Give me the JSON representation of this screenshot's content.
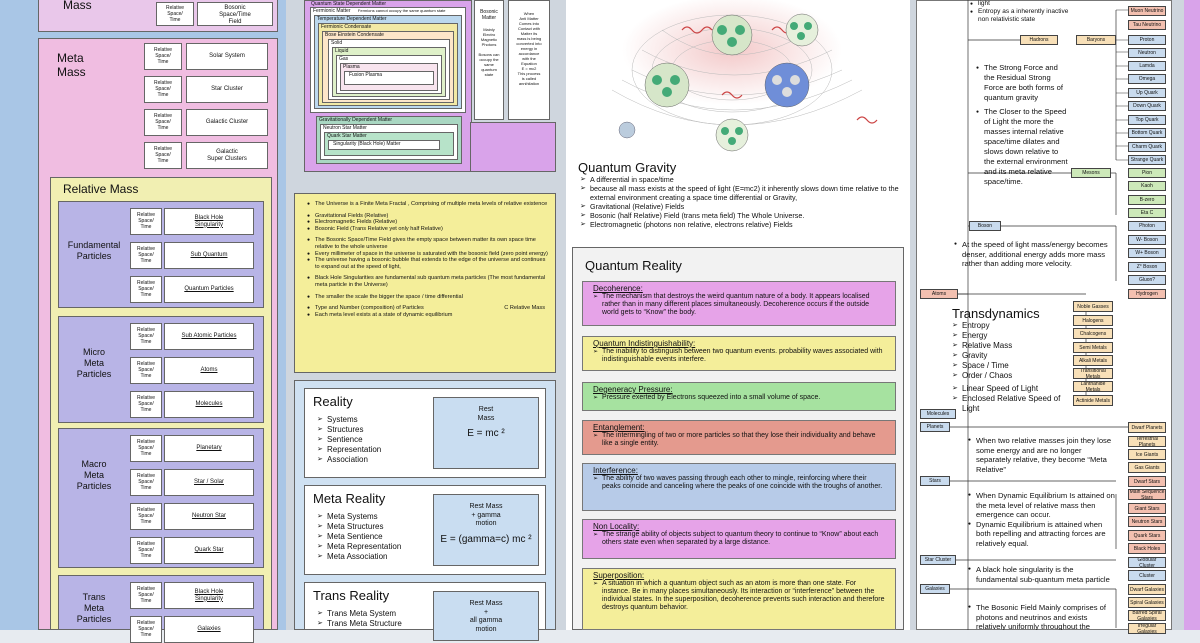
{
  "left": {
    "mass_title": "Mass",
    "top_row": {
      "rst": "Relative\nSpace/\nTime",
      "name": "Bosonic\nSpace/Time\nField"
    },
    "meta_mass": {
      "title": "Meta\nMass",
      "items": [
        {
          "rst": "Relative\nSpace/\nTime",
          "name": "Solar System"
        },
        {
          "rst": "Relative\nSpace/\nTime",
          "name": "Star Cluster"
        },
        {
          "rst": "Relative\nSpace/\nTime",
          "name": "Galactic Cluster"
        },
        {
          "rst": "Relative\nSpace/\nTime",
          "name": "Galactic\nSuper Clusters"
        }
      ]
    },
    "relative_mass_title": "Relative Mass",
    "groups": [
      {
        "title": "Fundamental\nParticles",
        "items": [
          {
            "rst": "Relative\nSpace/\nTime",
            "name": "Black Hole\nSingularity"
          },
          {
            "rst": "Relative\nSpace/\nTime",
            "name": "Sub Quantum"
          },
          {
            "rst": "Relative\nSpace/\nTime",
            "name": "Quantum Particles"
          }
        ]
      },
      {
        "title": "Micro\nMeta\nParticles",
        "items": [
          {
            "rst": "Relative\nSpace/\nTime",
            "name": "Sub Atomic Particles"
          },
          {
            "rst": "Relative\nSpace/\nTime",
            "name": "Atoms"
          },
          {
            "rst": "Relative\nSpace/\nTime",
            "name": "Molecules"
          }
        ]
      },
      {
        "title": "Macro\nMeta\nParticles",
        "items": [
          {
            "rst": "Relative\nSpace/\nTime",
            "name": "Planetary"
          },
          {
            "rst": "Relative\nSpace/\nTime",
            "name": "Star / Solar"
          },
          {
            "rst": "Relative\nSpace/\nTime",
            "name": "Neutron Star"
          },
          {
            "rst": "Relative\nSpace/\nTime",
            "name": "Quark Star"
          }
        ]
      },
      {
        "title": "Trans\nMeta\nParticles",
        "items": [
          {
            "rst": "Relative\nSpace/\nTime",
            "name": "Black Hole\nSingularity"
          },
          {
            "rst": "Relative\nSpace/\nTime",
            "name": "Galaxies"
          }
        ]
      }
    ]
  },
  "matter": {
    "outer": "Quantum State Dependent Matter",
    "fermionic": "Fermionic Matter",
    "fermion_note": "Fermions cannot occupy the same quantum state",
    "temp": "Temperature Dependent Matter",
    "fcond": "Fermionic Condensate",
    "bec": "Bose Einstein Condensate",
    "solid": "Solid",
    "liquid": "Liquid",
    "gas": "Gas",
    "plasma": "Plasma",
    "fusion": "Fusion Plasma",
    "grav": "Gravitationally Dependent Matter",
    "neutron": "Neutron Star Matter",
    "quark": "Quark Star Matter",
    "singularity": "Singularity (Black Hole) Matter",
    "bosonic_title": "Bosonic\nMatter",
    "bosonic_text": "Mainly\nElectro\nMagnetic\nPhotons\n\nBosons can\noccupy the\nsame\nquantum\nstate",
    "anti_text": "When\nAnti Matter\nComes into\nContact with\nMatter its\nmass is being\nconverted into\nenergy in\naccordance\nwith the\nEquation\nE = mc2\nThis process\nis called\nannihilation"
  },
  "universe": {
    "lines": [
      "The Universe is a Finite Meta Fractal ,  Comprising of multiple meta levels of relative existence",
      "Gravitational Fields  (Relative)",
      "Electromagnetic Fields (Relative)",
      "Bosonic Field (Trans Relative yet only half Relative)",
      "The Bosonic Space/Time Field gives the empty space between matter its own space time relative to the whole universe",
      "Every millimeter of space in the universe is saturated with the bosonic field (zero point energy)",
      "The universe having a bosonic bubble that extends to the edge of the universe and continues to expand out at the speed of light,",
      "Black Hole Singularities are fundamental sub quantum meta particles (The most fundamental meta particle in the Universe)",
      "The smaller the scale the bigger the space / time differential",
      "Type and Number (composition) of Particles",
      "Each meta level exists at a state of dynamic equilibrium"
    ],
    "c_relative": "C Relative Mass"
  },
  "realities": [
    {
      "title": "Reality",
      "items": [
        "Systems",
        "Structures",
        "Sentience",
        "Representation",
        "Association"
      ],
      "formula_top": "Rest\nMass",
      "formula": "E = mc ²"
    },
    {
      "title": "Meta Reality",
      "items": [
        "Meta Systems",
        "Meta Structures",
        "Meta Sentience",
        "Meta Representation",
        "Meta Association"
      ],
      "formula_top": "Rest Mass\n+ gamma\nmotion",
      "formula": "E = (gamma=c) mc ²"
    },
    {
      "title": "Trans Reality",
      "items": [
        "Trans Meta System",
        "Trans Meta Structure"
      ],
      "formula_top": "Rest Mass\n+\nall gamma\nmotion",
      "formula": ""
    }
  ],
  "quantum_gravity": {
    "title": "Quantum Gravity",
    "items": [
      "A differential in space/time",
      "because all mass exists at the speed of light (E=mc2) it inherently slows down time relative to the external environment creating a space time differential or Gravity,",
      "Gravitational (Relative) Fields",
      "Bosonic (half Relative) Field  (trans meta field) The Whole Universe.",
      "Electromagnetic (photons non relative, electrons relative) Fields"
    ]
  },
  "quantum_reality": {
    "title": "Quantum Reality",
    "cards": [
      {
        "title": "Decoherence:",
        "text": "The mechanism that destroys the weird quantum nature of a body.  It appears localised rather than in many different places simultaneously. Decoherence occurs if the outside world gets to “Know” the body.",
        "color": "#e6a3e8"
      },
      {
        "title": "Quantum Indistinguishability:",
        "text": "The inability to distinguish between two quantum events. probability waves associated with indistinguishable events interfere.",
        "color": "#f4ee9a"
      },
      {
        "title": "Degeneracy Pressure:",
        "text": "Pressure exerted by Electrons squeezed into a small volume of space.",
        "color": "#a6e2a0"
      },
      {
        "title": "Entanglement:",
        "text": "The intermingling of two or more particles so that they lose their individuality and behave like a single entity.",
        "color": "#e49a8e"
      },
      {
        "title": "Interference:",
        "text": "The ability of two waves passing through each other to mingle, reinforcing where their peaks coincide and canceling where the peaks of one coincide with the troughs of another.",
        "color": "#b7cbe8"
      },
      {
        "title": "Non Locality:",
        "text": "The strange ability of objects subject to quantum theory to continue to “Know” about each others state even when separated by a large distance.",
        "color": "#e6a3e8"
      },
      {
        "title": "Superposition:",
        "text": "A situation in which a quantum object such as an atom is more than one state. For instance. Be in many places simultaneously. Its interaction or “interference” between the individual states. In the superposition, decoherence prevents such interaction and therefore destroys quantum behavior.",
        "color": "#f4ee9a"
      }
    ]
  },
  "right": {
    "top_items": [
      "light",
      "Entropy as a inherently inactive non relativistic state"
    ],
    "strong": "The Strong Force and the Residual Strong Force are both forms of quantum gravity",
    "closer": "The Closer to the Speed of Light the more the masses internal relative space/time dilates and slows down relative to the external environment and its meta relative space/time.",
    "speed": "At the speed of light mass/energy becomes denser, additional energy adds more mass rather than adding more velocity.",
    "transdynamics_title": "Transdynamics",
    "trans_items": [
      "Entropy",
      "Energy",
      "Relative Mass",
      "Gravity",
      "Space / Time",
      "Order / Chaos"
    ],
    "trans_items2": [
      "Linear Speed of Light",
      "Enclosed Relative Speed of Light"
    ],
    "meta_relative": "When two relative masses join they lose some energy and are no longer separately relative, they become “Meta Relative”",
    "dyn1": "When Dynamic Equilibrium Is attained on the meta level of relative mass then emergence can occur.",
    "dyn2": "Dynamic Equilibrium is attained when both repelling and attracting forces are relatively equal.",
    "bh": "A black hole singularity is the fundamental sub-quantum meta particle",
    "bosonic": "The Bosonic Field Mainly comprises of photons and neutrinos and exists relatively uniformly throughout the",
    "nodes_left": [
      "Hadrons",
      "Baryons",
      "Mesons",
      "Boson",
      "Atoms",
      "Molecules",
      "Planets",
      "Stars",
      "Star Cluster",
      "Galaxies"
    ],
    "nodes_right": [
      "Tau Neutrino",
      "Muon Neutrino",
      "Proton",
      "Neutron",
      "Lamda",
      "Omega",
      "Up Quark",
      "Down Quark",
      "Top Quark",
      "Bottom Quark",
      "Charm Quark",
      "Strange Quark",
      "Pion",
      "Kaoh",
      "B-zero",
      "Eta C",
      "Photon",
      "W- Boson",
      "W+ Boson",
      "Z° Boson",
      "Gluon?",
      "Hydrogen",
      "Noble Gasses",
      "Halogens",
      "Chalcogens",
      "Semi Metals",
      "Alkali Metals",
      "Transitional Metals",
      "Lanthanide Metals",
      "Actinide Metals",
      "Dwarf Planets",
      "Terrestrial Planets",
      "Ice Giants",
      "Gas Giants",
      "Dwarf Stars",
      "Main Sequence Stars",
      "Giant Stars",
      "Neutron Stars",
      "Quark Stars",
      "Black Holes",
      "Globular Cluster",
      "Cluster",
      "Dwarf Galaxies",
      "Spiral Galaxies",
      "Barred Spiral Galaxies",
      "Irregular Galaxies"
    ]
  }
}
